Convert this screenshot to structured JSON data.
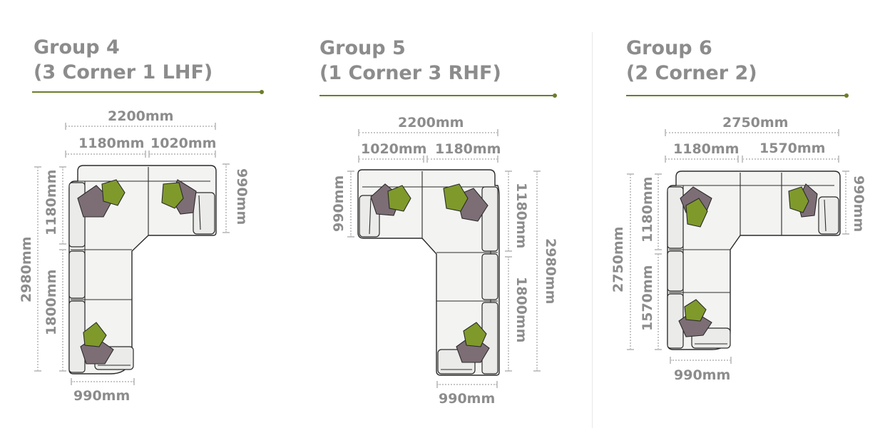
{
  "groups": [
    {
      "title_line1": "Group 4",
      "title_line2": "(3 Corner 1 LHF)",
      "dims": {
        "total_width": "2200mm",
        "seg_a": "1180mm",
        "seg_b": "1020mm",
        "right_depth": "990mm",
        "total_height": "2980mm",
        "upper_height": "1180mm",
        "lower_height": "1800mm",
        "bottom_width": "990mm"
      }
    },
    {
      "title_line1": "Group 5",
      "title_line2": "(1 Corner 3 RHF)",
      "dims": {
        "total_width": "2200mm",
        "seg_a": "1020mm",
        "seg_b": "1180mm",
        "left_depth": "990mm",
        "upper_height": "1180mm",
        "lower_height": "1800mm",
        "total_height": "2980mm",
        "bottom_width": "990mm"
      }
    },
    {
      "title_line1": "Group 6",
      "title_line2": "(2 Corner 2)",
      "dims": {
        "total_width": "2750mm",
        "seg_a": "1180mm",
        "seg_b": "1570mm",
        "right_depth": "990mm",
        "total_height": "2750mm",
        "upper_height": "1180mm",
        "lower_height": "1570mm",
        "bottom_width": "990mm"
      }
    }
  ],
  "colors": {
    "accent_rule": "#6b7d2a",
    "text": "#8c8c8c",
    "cushion_green": "#7f9a2b",
    "cushion_mauve": "#7d6e75"
  }
}
